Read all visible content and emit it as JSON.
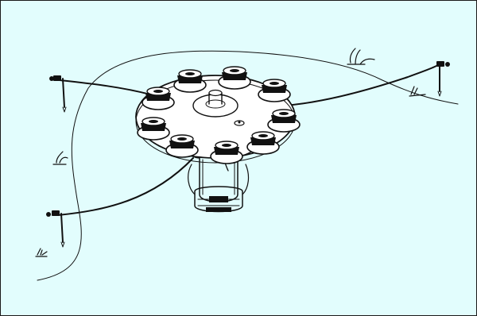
{
  "diagram": {
    "background_color": "#e2fdfd",
    "ink_color": "#111111",
    "parts": {
      "manifold": "manifold-hub-icon",
      "emitters": "drip-emitter-icon",
      "stakes": "ground-stake-icon",
      "tubing": "drip-tubing-line",
      "plants": "grass-tuft-icon",
      "ground": "ground-contour-line"
    },
    "emitter_count": 9,
    "stake_count": 3,
    "grass_tuft_count": 4,
    "text_labels": []
  }
}
